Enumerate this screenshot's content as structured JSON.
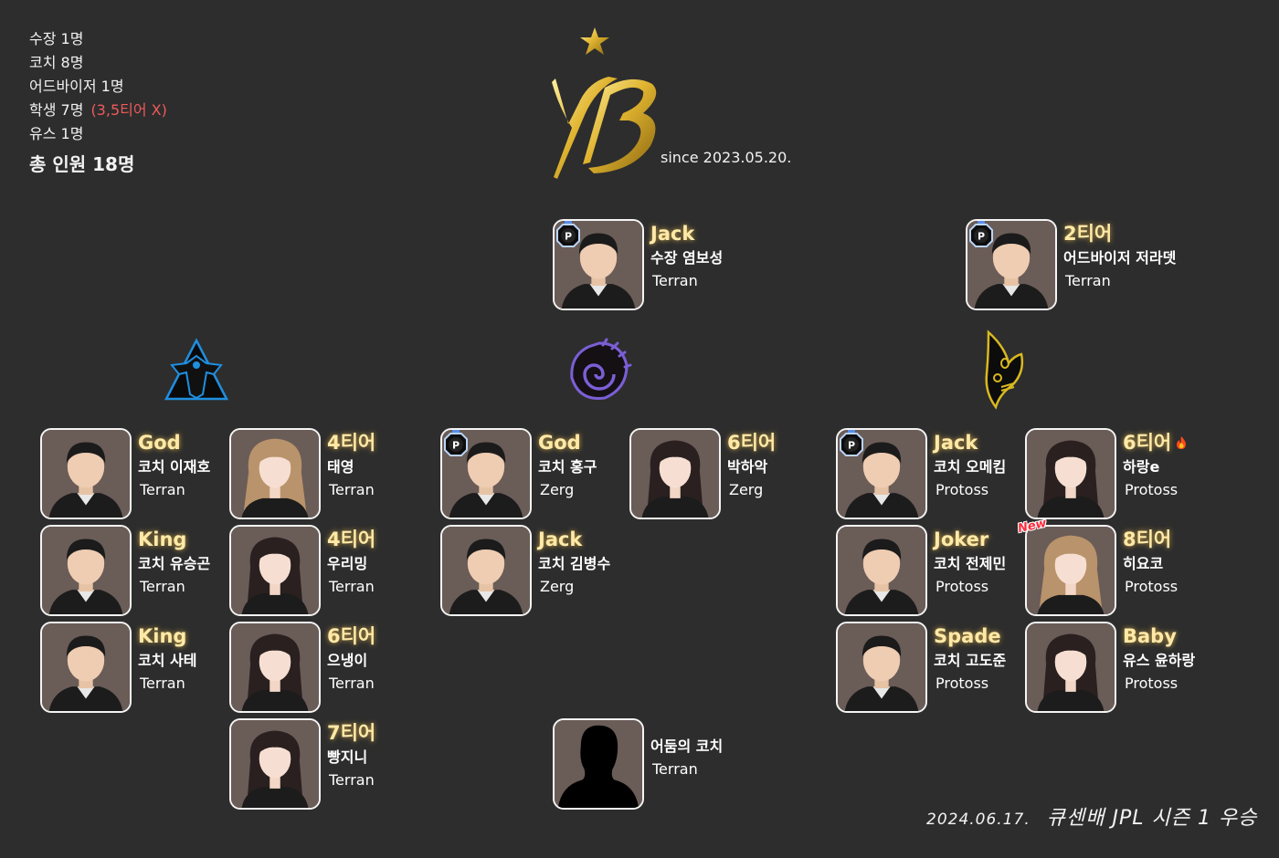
{
  "summary": {
    "lines": [
      {
        "label": "수장 1명"
      },
      {
        "label": "코치 8명"
      },
      {
        "label": "어드바이저 1명"
      },
      {
        "label": "학생 7명",
        "note": "(3,5티어 X)"
      },
      {
        "label": "유스 1명"
      }
    ],
    "total": "총 인원 18명",
    "note_color": "#ef5a5a"
  },
  "logo": {
    "text": "YB",
    "icon": "star-icon",
    "color": "#d4a520"
  },
  "since": "since 2023.05.20.",
  "race_emblems": {
    "terran": {
      "icon": "terran-emblem-icon",
      "color": "#1f8fe0"
    },
    "zerg": {
      "icon": "zerg-emblem-icon",
      "color": "#7b5fd6"
    },
    "protoss": {
      "icon": "protoss-emblem-icon",
      "color": "#d9b820"
    }
  },
  "leaders": [
    {
      "nick": "Jack",
      "role": "수장 염보성",
      "race": "Terran",
      "badge": "P"
    },
    {
      "nick": "2티어",
      "role": "어드바이저 저라뎃",
      "race": "Terran",
      "badge": "P"
    }
  ],
  "terran": [
    {
      "nick": "God",
      "role": "코치 이재호",
      "race": "Terran"
    },
    {
      "nick": "King",
      "role": "코치 유승곤",
      "race": "Terran"
    },
    {
      "nick": "King",
      "role": "코치 사테",
      "race": "Terran"
    },
    {
      "nick": "4티어",
      "role": "태영",
      "race": "Terran"
    },
    {
      "nick": "4티어",
      "role": "우리밍",
      "race": "Terran"
    },
    {
      "nick": "6티어",
      "role": "으냉이",
      "race": "Terran"
    },
    {
      "nick": "7티어",
      "role": "빵지니",
      "race": "Terran"
    }
  ],
  "zerg": [
    {
      "nick": "God",
      "role": "코치 홍구",
      "race": "Zerg",
      "badge": "P"
    },
    {
      "nick": "Jack",
      "role": "코치 김병수",
      "race": "Zerg"
    },
    {
      "nick": "6티어",
      "role": "박하악",
      "race": "Zerg"
    }
  ],
  "protoss": [
    {
      "nick": "Jack",
      "role": "코치 오메킴",
      "race": "Protoss",
      "badge": "P"
    },
    {
      "nick": "Joker",
      "role": "코치 전제민",
      "race": "Protoss"
    },
    {
      "nick": "Spade",
      "role": "코치 고도준",
      "race": "Protoss"
    },
    {
      "nick": "6티어",
      "role": "하랑e",
      "race": "Protoss",
      "extra_icon": "fire-icon"
    },
    {
      "nick": "8티어",
      "role": "히요코",
      "race": "Protoss",
      "tag": "New"
    },
    {
      "nick": "Baby",
      "role": "유스 윤하랑",
      "race": "Protoss"
    }
  ],
  "mystery": {
    "role": "어둠의 코치",
    "race": "Terran"
  },
  "footer": {
    "date": "2024.06.17.",
    "text": "큐센배 JPL 시즌 1 우승"
  },
  "colors": {
    "background": "#2d2d2d",
    "nick_gold": "#ffe9a8",
    "photo_border": "#f4f4f4"
  }
}
